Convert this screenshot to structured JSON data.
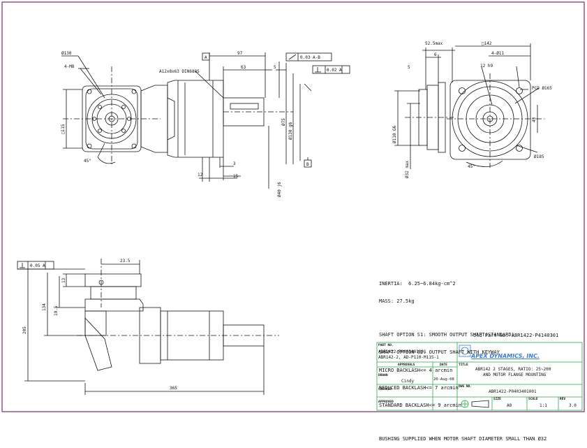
{
  "side_view": {
    "dim_97": "97",
    "dim_63": "63",
    "dim_5": "5",
    "dim_3": "3",
    "dim_12": "12",
    "dim_15": "15",
    "key_callout": "A12x8x63 DIN6885",
    "bore_callout": "Ø130",
    "holes_callout": "4-M8",
    "angle_callout": "45°",
    "flange_sq": "□115",
    "d75": "Ø75",
    "d130g6": "Ø130 g6",
    "d40j6": "Ø40 j6",
    "fcf_runout": "0.03 A-B",
    "fcf_perp": "0.02 A",
    "datum_a": "A",
    "datum_b": "B"
  },
  "end_view": {
    "dim_52_5max": "52.5max",
    "dim_6": "6",
    "sq142": "□142",
    "holes": "4-Ø11",
    "key_h9": "12 h9",
    "dim_5": "5",
    "pcd": "PCD Ø165",
    "d185": "Ø185",
    "d110g6": "Ø110 G6",
    "d32max": "Ø32 max",
    "dim_43": "43",
    "angle": "45°"
  },
  "front_view": {
    "fcf_perp": "0.05 A",
    "dim_23_5": "23.5",
    "dim_13": "13",
    "dim_19_5": "19.5",
    "dim_134": "134",
    "dim_205": "205",
    "dim_365": "365"
  },
  "notes": {
    "inertia": "INERTIA:  6.25~6.84kg-cm^2",
    "mass": "MASS: 27.5kg",
    "shaft_s1": "SHAFT OPTION S1: SMOOTH OUTPUT SHAFT(STANDARD)",
    "shaft_s2": "SHAFT OPTION S2: OUTPUT SHAFT WITH KEYWAY",
    "micro": "MICRO BACKLASH<= 4 arcmin",
    "reduced": "REDUCED BACKLASH<= 7 arcmin",
    "standard": "STANDARD BACKLASH<= 9 arcmin",
    "bushing": "BUSHING SUPPLIED WHEN MOTOR SHAFT DIAMETER SMALL THAN Ø32",
    "old_part": "Old Part No. ABR1422-P4140301"
  },
  "title_block": {
    "part_no_label": "PART NO.",
    "part_no_1": "ABR1422-P0403401001",
    "part_no_2": "ABR142-2, AD-P110-M115-1",
    "approvals_label": "APPROVALS",
    "date_label": "DATE",
    "title_label": "TITLE",
    "drawn_label": "DRAWN",
    "drawn_by": "Cindy",
    "drawn_date": "20-Aug-08",
    "checked_label": "CHECKED",
    "approved_label": "APPROVED",
    "title_line_1": "ABR142 2 STAGES, RATIO: 25~200",
    "title_line_2": "AND MOTOR FLANGE MOUNTING",
    "dwg_no_label": "DWG NO.",
    "dwg_no": "ABR1422-P0403401001",
    "size_label": "SIZE",
    "size": "A0",
    "scale_label": "SCALE",
    "scale": "1:1",
    "rev_label": "REV",
    "rev": "3.0",
    "company": "APEX DYNAMICS, INC."
  },
  "colors": {
    "frame": "#7a2a6a",
    "title_block": "#2aa84a",
    "line": "#111111",
    "logo": "#3a7bd5"
  }
}
